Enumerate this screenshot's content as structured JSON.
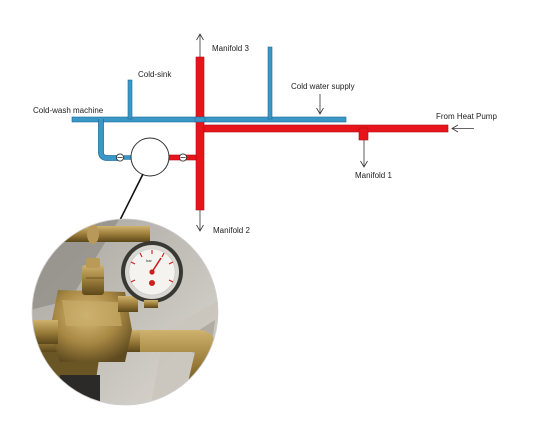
{
  "labels": {
    "cold_wash_machine": "Cold-wash machine",
    "cold_sink": "Cold-sink",
    "manifold_3": "Manifold 3",
    "cold_water_supply": "Cold water supply",
    "from_heat_pump": "From Heat Pump",
    "manifold_1": "Manifold 1",
    "manifold_2": "Manifold 2"
  },
  "colors": {
    "hot_pipe": "#e8141c",
    "hot_pipe_edge": "#b00d12",
    "cold_pipe": "#3b97c6",
    "cold_pipe_edge": "#1f6e98",
    "arrow": "#333333",
    "callout_line": "#111111"
  },
  "icons": {
    "pressure_gauge": "pressure-gauge-icon",
    "valve": "valve-icon",
    "photo": "pressure-reducing-valve-photo"
  }
}
